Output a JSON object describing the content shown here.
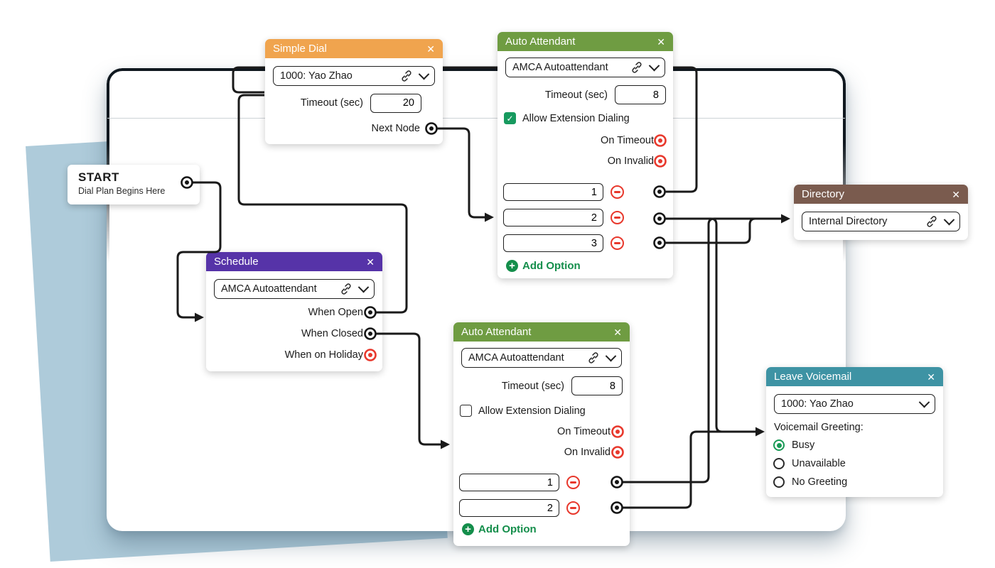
{
  "ui": {
    "close_glyph": "✕"
  },
  "nodes": {
    "start": {
      "title": "START",
      "subtitle": "Dial Plan Begins Here"
    },
    "simple_dial": {
      "title": "Simple Dial",
      "header_color": "#F0A44E",
      "select_value": "1000: Yao Zhao",
      "timeout_label": "Timeout (sec)",
      "timeout_value": "20",
      "next_node_label": "Next Node"
    },
    "aa_open": {
      "title": "Auto Attendant",
      "header_color": "#6F9C42",
      "select_value": "AMCA Autoattendant",
      "timeout_label": "Timeout (sec)",
      "timeout_value": "8",
      "checkbox_label": "Allow Extension Dialing",
      "checkbox_checked": true,
      "on_timeout_label": "On Timeout",
      "on_invalid_label": "On Invalid",
      "options": [
        "1",
        "2",
        "3"
      ],
      "add_option_label": "Add Option"
    },
    "schedule": {
      "title": "Schedule",
      "header_color": "#5633A8",
      "select_value": "AMCA Autoattendant",
      "outputs": [
        "When Open",
        "When Closed",
        "When on Holiday"
      ]
    },
    "aa_closed": {
      "title": "Auto Attendant",
      "header_color": "#6F9C42",
      "select_value": "AMCA Autoattendant",
      "timeout_label": "Timeout (sec)",
      "timeout_value": "8",
      "checkbox_label": "Allow Extension Dialing",
      "checkbox_checked": false,
      "on_timeout_label": "On Timeout",
      "on_invalid_label": "On Invalid",
      "options": [
        "1",
        "2"
      ],
      "add_option_label": "Add Option"
    },
    "directory": {
      "title": "Directory",
      "header_color": "#7A5B4E",
      "select_value": "Internal Directory"
    },
    "voicemail": {
      "title": "Leave Voicemail",
      "header_color": "#3E93A4",
      "select_value": "1000: Yao Zhao",
      "greeting_label": "Voicemail Greeting:",
      "greetings": [
        "Busy",
        "Unavailable",
        "No Greeting"
      ],
      "selected_greeting": "Busy"
    }
  },
  "colors": {
    "wire": "#1a1a1a",
    "connected_port": "#151515",
    "unconnected_port": "#e8382c",
    "add_green": "#148e4b",
    "check_green": "#179a5f",
    "radio_green": "#189a55",
    "background_shape": "#AECBDA"
  }
}
